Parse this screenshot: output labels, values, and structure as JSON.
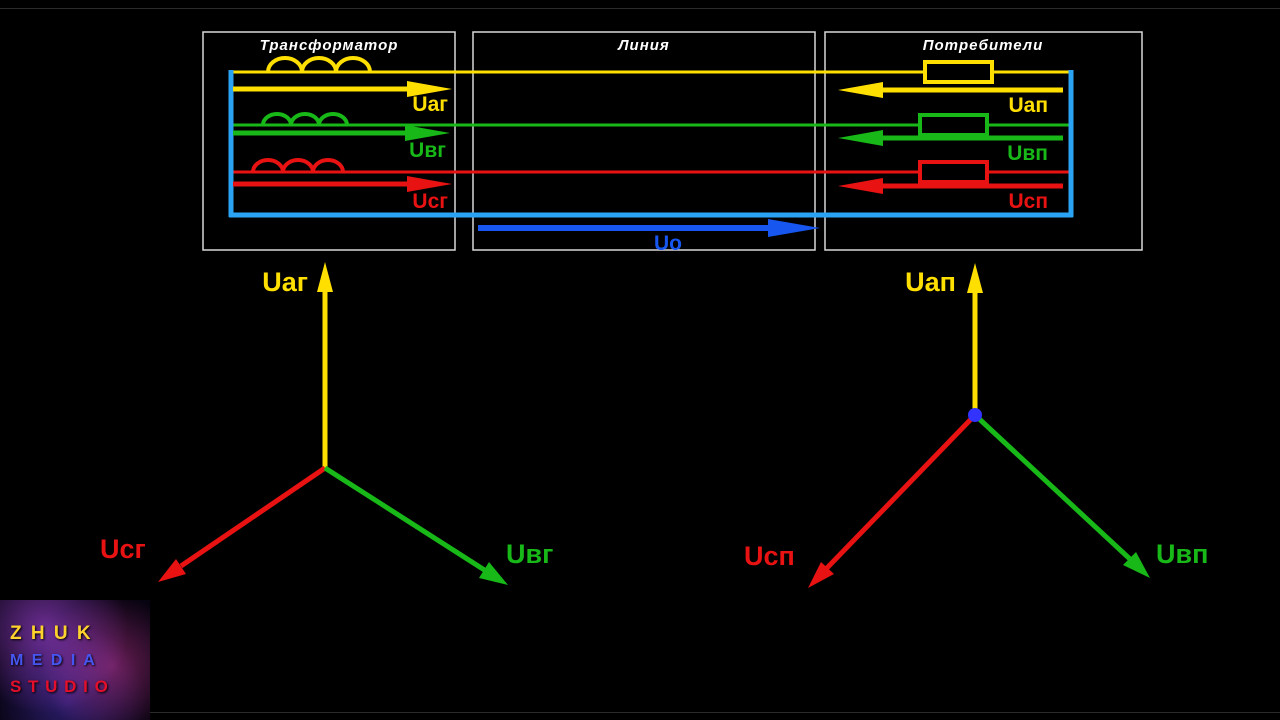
{
  "schematic": {
    "sections": [
      {
        "label": "Трансформатор"
      },
      {
        "label": "Линия"
      },
      {
        "label": "Потребители"
      }
    ],
    "phases": [
      {
        "name": "phase-a",
        "color": "#ffdf00",
        "generator_label": "Uаг",
        "consumer_label": "Uап"
      },
      {
        "name": "phase-b",
        "color": "#17b817",
        "generator_label": "Uвг",
        "consumer_label": "Uвп"
      },
      {
        "name": "phase-c",
        "color": "#e81212",
        "generator_label": "Uсг",
        "consumer_label": "Uсп"
      }
    ],
    "neutral": {
      "label": "Uо",
      "arrow_color": "#1757f0",
      "bus_color": "#2ba3f5"
    }
  },
  "phasors": {
    "generator": {
      "up_label": "Uаг",
      "left_label": "Uсг",
      "right_label": "Uвг"
    },
    "consumer": {
      "up_label": "Uап",
      "left_label": "Uсп",
      "right_label": "Uвп",
      "node_color": "#3333ff"
    }
  },
  "logo": {
    "line1": "Z H U K",
    "line2": "M E D I A",
    "line3": "S T U D I O"
  }
}
